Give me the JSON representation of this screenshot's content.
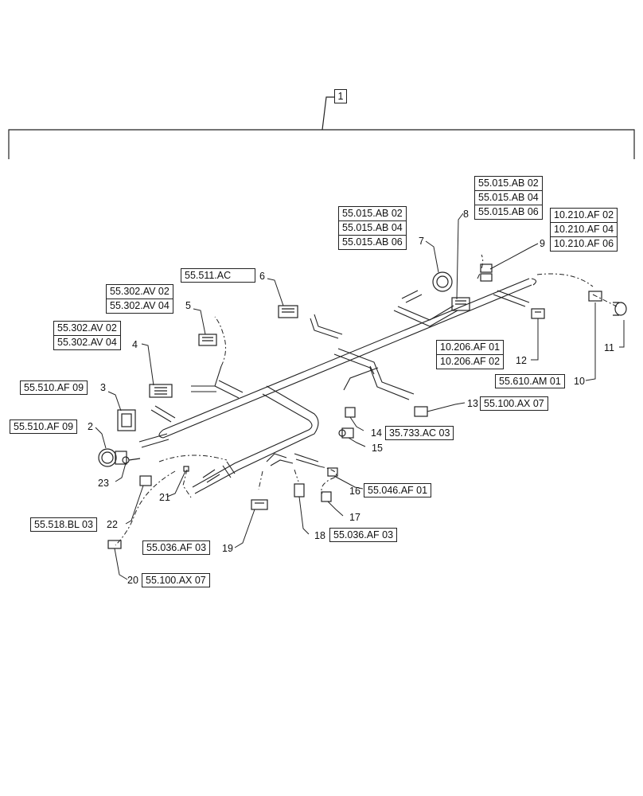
{
  "assembly": {
    "number": "1"
  },
  "items": [
    {
      "num": "2",
      "refs": [
        "55.510.AF 09"
      ]
    },
    {
      "num": "3",
      "refs": [
        "55.510.AF 09"
      ]
    },
    {
      "num": "4",
      "refs": [
        "55.302.AV 02",
        "55.302.AV 04"
      ]
    },
    {
      "num": "5",
      "refs": [
        "55.302.AV 02",
        "55.302.AV 04"
      ]
    },
    {
      "num": "6",
      "refs": [
        "55.511.AC"
      ]
    },
    {
      "num": "7",
      "refs": [
        "55.015.AB 02",
        "55.015.AB 04",
        "55.015.AB 06"
      ]
    },
    {
      "num": "8",
      "refs": [
        "55.015.AB 02",
        "55.015.AB 04",
        "55.015.AB 06"
      ]
    },
    {
      "num": "9",
      "refs": [
        "10.210.AF 02",
        "10.210.AF 04",
        "10.210.AF 06"
      ]
    },
    {
      "num": "10",
      "refs": [
        "55.610.AM 01"
      ]
    },
    {
      "num": "11",
      "refs": []
    },
    {
      "num": "12",
      "refs": [
        "10.206.AF 01",
        "10.206.AF 02"
      ]
    },
    {
      "num": "13",
      "refs": [
        "55.100.AX 07"
      ]
    },
    {
      "num": "14",
      "refs": [
        "35.733.AC 03"
      ]
    },
    {
      "num": "15",
      "refs": []
    },
    {
      "num": "16",
      "refs": [
        "55.046.AF 01"
      ]
    },
    {
      "num": "17",
      "refs": []
    },
    {
      "num": "18",
      "refs": [
        "55.036.AF 03"
      ]
    },
    {
      "num": "19",
      "refs": [
        "55.036.AF 03"
      ]
    },
    {
      "num": "20",
      "refs": [
        "55.100.AX 07"
      ]
    },
    {
      "num": "21",
      "refs": []
    },
    {
      "num": "22",
      "refs": [
        "55.518.BL 03"
      ]
    },
    {
      "num": "23",
      "refs": []
    }
  ]
}
